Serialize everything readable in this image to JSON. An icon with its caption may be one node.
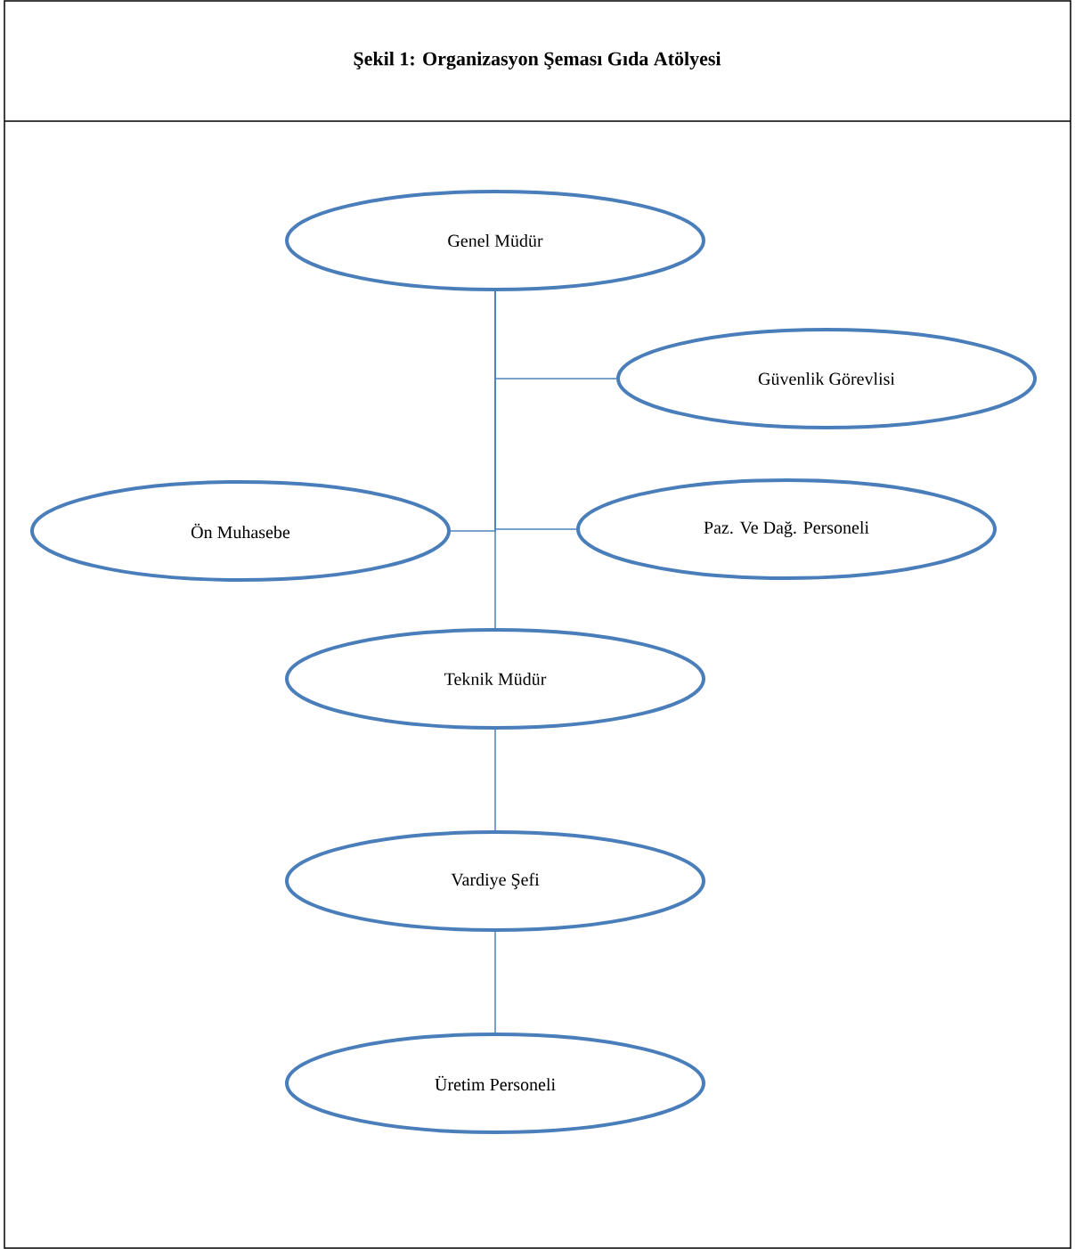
{
  "diagram": {
    "title": "Şekil 1: Organizasyon Şeması Gıda Atölyesi",
    "nodes": [
      {
        "text": [
          "Genel Müdür"
        ]
      },
      {
        "text": [
          "Güvenlik Görevlisi"
        ]
      },
      {
        "text": [
          "Ön Muhasebe"
        ]
      },
      {
        "text": [
          "Paz. Ve Dağ. Personeli"
        ]
      },
      {
        "text": [
          "Teknik Müdür"
        ]
      },
      {
        "text": [
          "Vardiye Şefi"
        ]
      },
      {
        "text": [
          "Üretim Personeli"
        ]
      }
    ],
    "edges": [
      {
        "from": 0,
        "to": 1,
        "arrow": "none"
      },
      {
        "from": 0,
        "to": 2,
        "arrow": "none"
      },
      {
        "from": 0,
        "to": 3,
        "arrow": "none"
      },
      {
        "from": 0,
        "to": 4,
        "arrow": "none"
      },
      {
        "from": 4,
        "to": 5,
        "arrow": "none"
      },
      {
        "from": 5,
        "to": 6,
        "arrow": "none"
      }
    ]
  }
}
